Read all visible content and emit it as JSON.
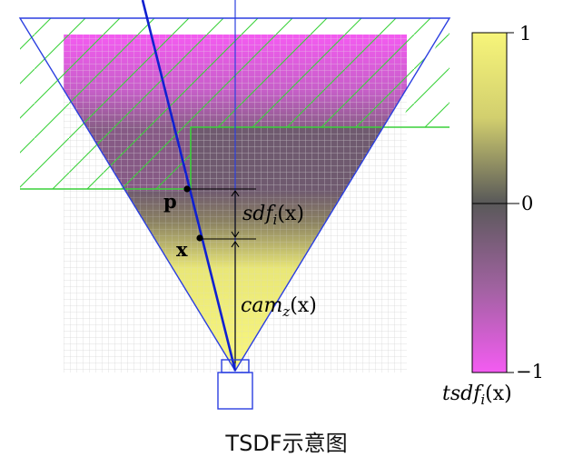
{
  "colors": {
    "magenta": "#f45cf2",
    "yellow": "#f7f57a",
    "zero": "#595959",
    "frustum": "#2b3fe0",
    "ray": "#1020d0",
    "hatch": "#3ad13a",
    "grid": "#d8d8d8"
  },
  "labels": {
    "p": "p",
    "x": "x",
    "sdf": "sdf",
    "sdf_sub": "i",
    "sdf_arg": "(x)",
    "cam": "cam",
    "cam_sub": "z",
    "cam_arg": "(x)"
  },
  "colorbar": {
    "ticks": [
      "1",
      "0",
      "−1"
    ],
    "label_main": "tsdf",
    "label_sub": "i",
    "label_arg": "(x)"
  },
  "caption": "TSDF示意图"
}
